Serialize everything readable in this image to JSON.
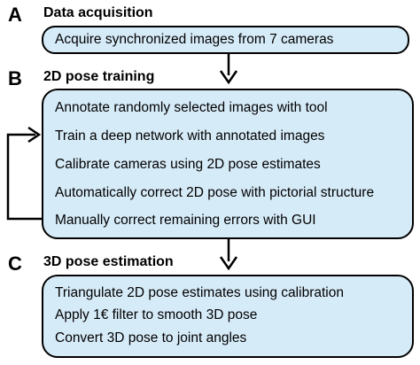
{
  "colors": {
    "box_fill": "#d6ebf8",
    "stroke": "#000000"
  },
  "sections": [
    {
      "letter": "A",
      "title": "Data acquisition",
      "steps": [
        "Acquire synchronized images from 7 cameras"
      ]
    },
    {
      "letter": "B",
      "title": "2D pose training",
      "steps": [
        "Annotate randomly selected images with tool",
        "Train a deep network with annotated images",
        "Calibrate cameras using 2D pose estimates",
        "Automatically correct 2D pose with pictorial structure",
        "Manually correct remaining errors with GUI"
      ]
    },
    {
      "letter": "C",
      "title": "3D pose estimation",
      "steps": [
        "Triangulate 2D pose estimates using calibration",
        "Apply 1€ filter to smooth 3D pose",
        "Convert 3D pose to joint angles"
      ]
    }
  ],
  "icons": {
    "down_arrow": "arrow-down-icon",
    "loop_arrow": "loop-back-arrow-icon"
  }
}
